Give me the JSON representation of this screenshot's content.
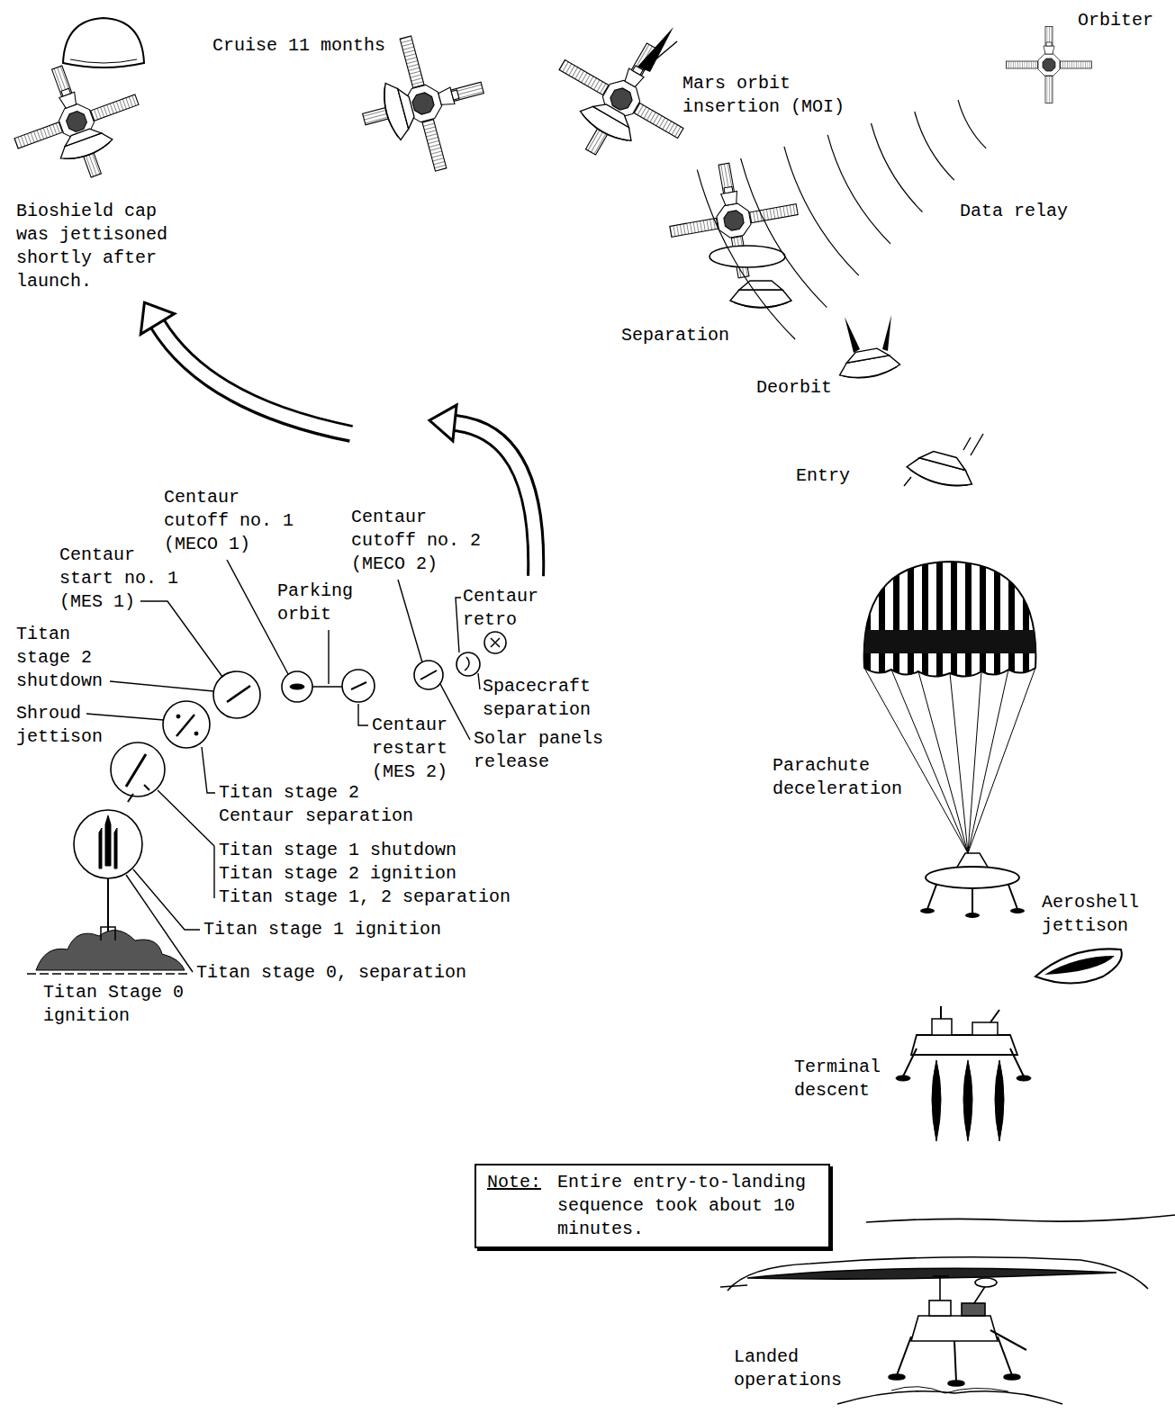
{
  "diagram": {
    "nodes": [
      {
        "text": [
          "Note:",
          "Entire entry-to-landing sequence took about 10 minutes."
        ]
      }
    ],
    "labels": [
      "Bioshield cap was jettisoned shortly after launch.",
      "Cruise 11 months",
      "Mars orbit insertion (MOI)",
      "Orbiter",
      "Data relay",
      "Separation",
      "Deorbit",
      "Entry",
      "Centaur cutoff no. 1 (MECO 1)",
      "Centaur start no. 1 (MES 1)",
      "Parking orbit",
      "Centaur cutoff no. 2 (MECO 2)",
      "Centaur retro",
      "Titan stage 2 shutdown",
      "Spacecraft separation",
      "Shroud jettison",
      "Solar panels release",
      "Centaur restart (MES 2)",
      "Titan stage 2 Centaur separation",
      "Parachute deceleration",
      "Titan stage 1 shutdown",
      "Titan stage 2 ignition",
      "Titan stage 1, 2 separation",
      "Titan stage 1 ignition",
      "Aeroshell jettison",
      "Titan stage 0, separation",
      "Titan Stage 0 ignition",
      "Terminal descent",
      "Landed operations"
    ]
  }
}
